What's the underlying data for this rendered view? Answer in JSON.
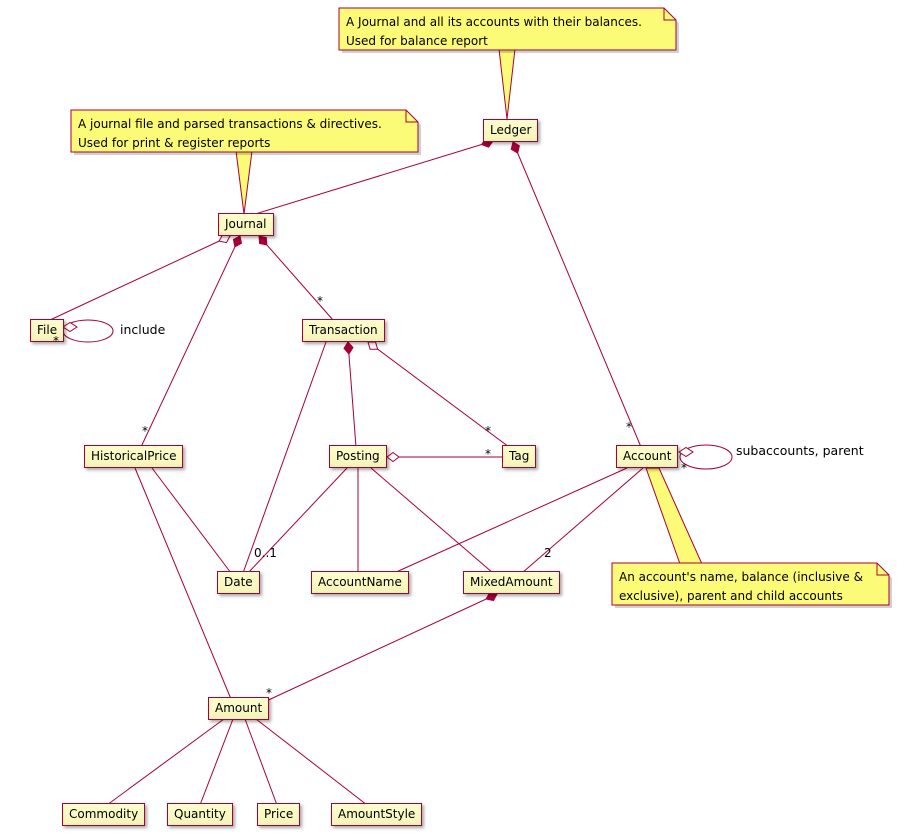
{
  "classes": {
    "ledger": "Ledger",
    "journal": "Journal",
    "file": "File",
    "transaction": "Transaction",
    "historical_price": "HistoricalPrice",
    "posting": "Posting",
    "tag": "Tag",
    "account": "Account",
    "date": "Date",
    "account_name": "AccountName",
    "mixed_amount": "MixedAmount",
    "amount": "Amount",
    "commodity": "Commodity",
    "quantity": "Quantity",
    "price": "Price",
    "amount_style": "AmountStyle"
  },
  "notes": {
    "ledger": {
      "line1": "A Journal and all its accounts with their balances.",
      "line2": "Used for balance report"
    },
    "journal": {
      "line1": "A journal file and parsed transactions & directives.",
      "line2": "Used for print & register reports"
    },
    "account": {
      "line1": "An account's name, balance (inclusive &",
      "line2": "exclusive), parent and child accounts"
    }
  },
  "labels": {
    "many": "*",
    "zero_or_one": "0..1",
    "two": "2",
    "include": "include",
    "subaccounts_parent": "subaccounts, parent"
  },
  "colors": {
    "line": "#A80036",
    "class_bg": "#FEFECE",
    "note_bg": "#FBFB77"
  }
}
